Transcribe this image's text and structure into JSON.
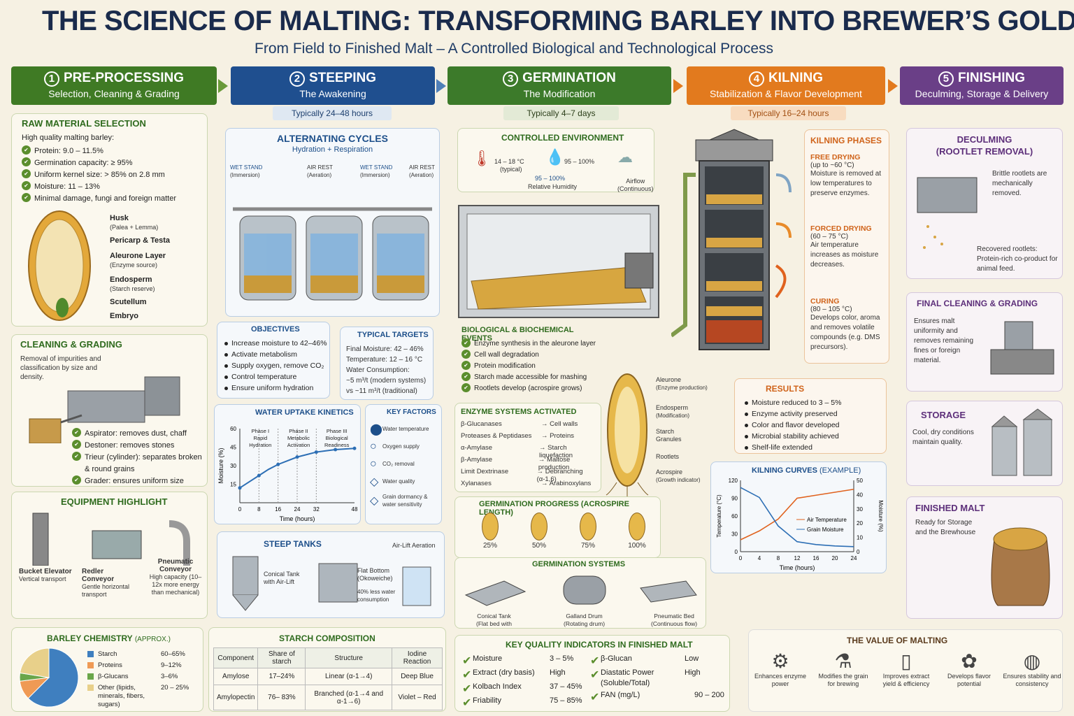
{
  "title": "THE SCIENCE OF MALTING: TRANSFORMING BARLEY INTO BREWER’S GOLD",
  "subtitle": "From Field to Finished Malt – A Controlled Biological and Technological Process",
  "colors": {
    "green": "#3f7a24",
    "blue": "#1f4f8f",
    "greenDark": "#3c7a2a",
    "orange": "#e27a1e",
    "purple": "#6a3f87"
  },
  "stages": [
    {
      "num": "1",
      "title": "PRE-PROCESSING",
      "sub": "Selection, Cleaning & Grading"
    },
    {
      "num": "2",
      "title": "STEEPING",
      "sub": "The Awakening",
      "time": "Typically 24–48 hours"
    },
    {
      "num": "3",
      "title": "GERMINATION",
      "sub": "The Modification",
      "time": "Typically 4–7 days"
    },
    {
      "num": "4",
      "title": "KILNING",
      "sub": "Stabilization & Flavor Development",
      "time": "Typically 16–24 hours"
    },
    {
      "num": "5",
      "title": "FINISHING",
      "sub": "Deculming, Storage & Delivery"
    }
  ],
  "raw": {
    "title": "RAW MATERIAL SELECTION",
    "intro": "High quality malting barley:",
    "items": [
      "Protein: 9.0 – 11.5%",
      "Germination capacity: ≥ 95%",
      "Uniform kernel size: > 85% on 2.8 mm",
      "Moisture: 11 – 13%",
      "Minimal damage, fungi and foreign matter"
    ],
    "parts": [
      {
        "name": "Husk",
        "note": "(Palea + Lemma)"
      },
      {
        "name": "Pericarp & Testa",
        "note": ""
      },
      {
        "name": "Aleurone Layer",
        "note": "(Enzyme source)"
      },
      {
        "name": "Endosperm",
        "note": "(Starch reserve)"
      },
      {
        "name": "Scutellum",
        "note": ""
      },
      {
        "name": "Embryo",
        "note": ""
      }
    ]
  },
  "cleaning": {
    "title": "CLEANING & GRADING",
    "desc": "Removal of impurities and classification by size and density.",
    "items": [
      "Aspirator: removes dust, chaff",
      "Destoner: removes stones",
      "Trieur (cylinder): separates broken & round grains",
      "Grader: ensures uniform size"
    ]
  },
  "equipment": {
    "title": "EQUIPMENT HIGHLIGHT",
    "items": [
      {
        "name": "Bucket Elevator",
        "desc": "Vertical transport"
      },
      {
        "name": "Redler Conveyor",
        "desc": "Gentle horizontal transport"
      },
      {
        "name": "Pneumatic Conveyor",
        "desc": "High capacity (10–12x more energy than mechanical)"
      }
    ]
  },
  "chemistry": {
    "title": "BARLEY CHEMISTRY",
    "approx": "(APPROX.)",
    "rows": [
      {
        "name": "Starch",
        "value": "60–65%",
        "color": "#3f7fbf",
        "pct": 62.5
      },
      {
        "name": "Proteins",
        "value": "9–12%",
        "color": "#ef9a55",
        "pct": 10.5
      },
      {
        "name": "β-Glucans",
        "value": "3–6%",
        "color": "#6aa64a",
        "pct": 4.5
      },
      {
        "name": "Other (lipids, minerals, fibers, sugars)",
        "value": "20 – 25%",
        "color": "#e8d08a",
        "pct": 22.5
      }
    ]
  },
  "cycles": {
    "title": "ALTERNATING CYCLES",
    "sub": "Hydration + Respiration",
    "steps": [
      {
        "a": "WET STAND",
        "b": "(Immersion)"
      },
      {
        "a": "AIR REST",
        "b": "(Aeration)"
      },
      {
        "a": "WET STAND",
        "b": "(Immersion)"
      },
      {
        "a": "AIR REST",
        "b": "(Aeration)"
      }
    ]
  },
  "objectives": {
    "title": "OBJECTIVES",
    "items": [
      "Increase moisture to 42–46%",
      "Activate metabolism",
      "Supply oxygen, remove CO₂",
      "Control temperature",
      "Ensure uniform hydration"
    ]
  },
  "targets": {
    "title": "TYPICAL TARGETS",
    "lines": [
      "Final Moisture: 42 – 46%",
      "Temperature: 12 – 16 °C",
      "Water Consumption:",
      "~5 m³/t (modern systems)",
      "vs ~11 m³/t (traditional)"
    ]
  },
  "uptake": {
    "title": "WATER UPTAKE KINETICS",
    "ylabel": "Moisture (%)",
    "xlabel": "Time (hours)",
    "phases": [
      {
        "a": "Phase I",
        "b": "Rapid",
        "c": "Hydration"
      },
      {
        "a": "Phase II",
        "b": "Metabolic",
        "c": "Activation"
      },
      {
        "a": "Phase III",
        "b": "Biological",
        "c": "Readiness"
      }
    ],
    "xticks": [
      "0",
      "8",
      "16",
      "24",
      "32",
      "48"
    ],
    "yticks": [
      "15",
      "30",
      "45",
      "60"
    ]
  },
  "chart_data": {
    "type": "line",
    "x": [
      0,
      4,
      8,
      12,
      16,
      20,
      24,
      28,
      32,
      36,
      40,
      44,
      48
    ],
    "values": [
      12,
      17,
      22,
      27,
      31,
      34,
      37,
      39,
      41,
      42,
      43,
      43.5,
      44
    ],
    "xlim": [
      0,
      48
    ],
    "ylim": [
      0,
      60
    ],
    "xlabel": "Time (hours)",
    "ylabel": "Moisture (%)"
  },
  "factors": {
    "title": "KEY FACTORS",
    "items": [
      "Water temperature",
      "Oxygen supply",
      "CO₂ removal",
      "Water quality",
      "Grain dormancy & water sensitivity"
    ]
  },
  "tanks": {
    "title": "STEEP TANKS",
    "aer": "Air-Lift Aeration",
    "a": "Conical Tank with Air-Lift",
    "b": "Flat Bottom (Okoweiche)",
    "c": "40% less water consumption"
  },
  "environment": {
    "title": "CONTROLLED ENVIRONMENT",
    "temp": "14 – 18 °C",
    "tempnote": "(typical)",
    "hum": "95 – 100%",
    "hum2": "95 – 100%",
    "humnote": "Relative Humidity",
    "air": "Airflow",
    "airnote": "(Continuous)"
  },
  "bio": {
    "title": "BIOLOGICAL & BIOCHEMICAL EVENTS",
    "items": [
      "Enzyme synthesis in the aleurone layer",
      "Cell wall degradation",
      "Protein modification",
      "Starch made accessible for mashing",
      "Rootlets develop (acrospire grows)"
    ]
  },
  "grainLabels": [
    {
      "a": "Aleurone",
      "b": "(Enzyme production)"
    },
    {
      "a": "Endosperm",
      "b": "(Modification)"
    },
    {
      "a": "Starch",
      "b": "Granules"
    },
    {
      "a": "Rootlets",
      "b": ""
    },
    {
      "a": "Acrospire",
      "b": "(Growth indicator)"
    }
  ],
  "enzymes": {
    "title": "ENZYME SYSTEMS ACTIVATED",
    "rows": [
      {
        "e": "β-Glucanases",
        "f": "→ Cell walls"
      },
      {
        "e": "Proteases & Peptidases",
        "f": "→ Proteins"
      },
      {
        "e": "α-Amylase",
        "f": "→ Starch liquefaction"
      },
      {
        "e": "β-Amylase",
        "f": "→ Maltose production"
      },
      {
        "e": "Limit Dextrinase",
        "f": "→ Debranching (α-1,6)"
      },
      {
        "e": "Xylanases",
        "f": "→ Arabinoxylans"
      }
    ]
  },
  "progress": {
    "title": "GERMINATION PROGRESS (ACROSPIRE LENGTH)",
    "steps": [
      "25%",
      "50%",
      "75%",
      "100%"
    ]
  },
  "gsystems": {
    "title": "GERMINATION SYSTEMS",
    "items": [
      {
        "a": "Conical Tank",
        "b": "(Flat bed with"
      },
      {
        "a": "Galland Drum",
        "b": "(Rotating drum)"
      },
      {
        "a": "Pneumatic Bed",
        "b": "(Continuous flow)"
      }
    ]
  },
  "quality": {
    "title": "KEY QUALITY INDICATORS IN FINISHED MALT",
    "left": [
      {
        "n": "Moisture",
        "v": "3 – 5%"
      },
      {
        "n": "Extract (dry basis)",
        "v": "High"
      },
      {
        "n": "Kolbach Index",
        "v": "37 – 45%"
      },
      {
        "n": "Friability",
        "v": "75 – 85%"
      }
    ],
    "right": [
      {
        "n": "β-Glucan",
        "v": "Low"
      },
      {
        "n": "Diastatic Power (Soluble/Total)",
        "v": "High"
      },
      {
        "n": "FAN (mg/L)",
        "v": "90 – 200"
      }
    ]
  },
  "kphases": {
    "title": "KILNING PHASES",
    "phases": [
      {
        "t": "FREE DRYING",
        "r": "(up to ~60 °C)",
        "d": "Moisture is removed at low temperatures to preserve enzymes."
      },
      {
        "t": "FORCED DRYING",
        "r": "(60 – 75 °C)",
        "d": "Air temperature increases as moisture decreases."
      },
      {
        "t": "CURING",
        "r": "(80 – 105 °C)",
        "d": "Develops color, aroma and removes volatile compounds (e.g. DMS precursors)."
      }
    ]
  },
  "results": {
    "title": "RESULTS",
    "items": [
      "Moisture reduced to 3 – 5%",
      "Enzyme activity preserved",
      "Color and flavor developed",
      "Microbial stability achieved",
      "Shelf-life extended"
    ]
  },
  "kcurves": {
    "title": "KILNING CURVES",
    "ex": "(EXAMPLE)",
    "yl": "Temperature (°C)",
    "yr": "Moisture (%)",
    "xl": "Time (hours)",
    "legend1": "Air Temperature",
    "legend2": "Grain Moisture",
    "xticks": [
      "0",
      "4",
      "8",
      "12",
      "16",
      "20",
      "24"
    ],
    "ylt": [
      "0",
      "30",
      "60",
      "90",
      "120"
    ],
    "yrt": [
      "0",
      "10",
      "20",
      "30",
      "40",
      "50"
    ]
  },
  "kiln_chart": {
    "type": "line",
    "x": [
      0,
      4,
      8,
      12,
      16,
      20,
      24
    ],
    "series": [
      {
        "name": "Air Temperature",
        "values": [
          20,
          35,
          55,
          90,
          95,
          100,
          105
        ]
      },
      {
        "name": "Grain Moisture",
        "values": [
          45,
          38,
          18,
          7,
          5,
          4,
          3.5
        ]
      }
    ]
  },
  "deculming": {
    "title": "DECULMING",
    "sub": "(ROOTLET REMOVAL)",
    "a": "Brittle rootlets are mechanically removed.",
    "b": "Recovered rootlets: Protein-rich co-product for animal feed."
  },
  "finalclean": {
    "title": "FINAL CLEANING & GRADING",
    "d": "Ensures malt uniformity and removes remaining fines or foreign material."
  },
  "storage": {
    "title": "STORAGE",
    "d": "Cool, dry conditions maintain quality."
  },
  "finished": {
    "title": "FINISHED MALT",
    "d": "Ready for Storage and the Brewhouse"
  },
  "starch": {
    "title": "STARCH COMPOSITION",
    "head": [
      "Component",
      "Share of starch",
      "Structure",
      "Iodine Reaction"
    ],
    "rows": [
      [
        "Amylose",
        "17–24%",
        "Linear (α-1→4)",
        "Deep Blue"
      ],
      [
        "Amylopectin",
        "76– 83%",
        "Branched (α-1→4 and α-1→6)",
        "Violet – Red"
      ]
    ]
  },
  "value": {
    "title": "THE VALUE OF MALTING",
    "items": [
      {
        "icon": "gear-icon",
        "t": "Enhances enzyme power"
      },
      {
        "icon": "flask-icon",
        "t": "Modifies the grain for brewing"
      },
      {
        "icon": "bottle-icon",
        "t": "Improves extract yield & efficiency"
      },
      {
        "icon": "flower-icon",
        "t": "Develops flavor potential"
      },
      {
        "icon": "globe-icon",
        "t": "Ensures stability and consistency"
      }
    ]
  }
}
